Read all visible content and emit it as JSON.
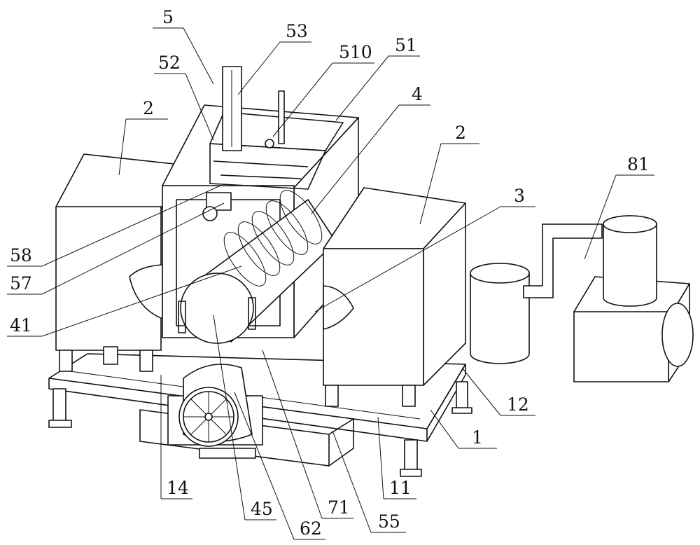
{
  "figure": {
    "labels": {
      "l5": "5",
      "l53": "53",
      "l52": "52",
      "l510": "510",
      "l51": "51",
      "l2a": "2",
      "l4": "4",
      "l2b": "2",
      "l81": "81",
      "l3": "3",
      "l58": "58",
      "l57": "57",
      "l41": "41",
      "l12": "12",
      "l1": "1",
      "l14": "14",
      "l45": "45",
      "l62": "62",
      "l71": "71",
      "l55": "55",
      "l11": "11"
    }
  }
}
